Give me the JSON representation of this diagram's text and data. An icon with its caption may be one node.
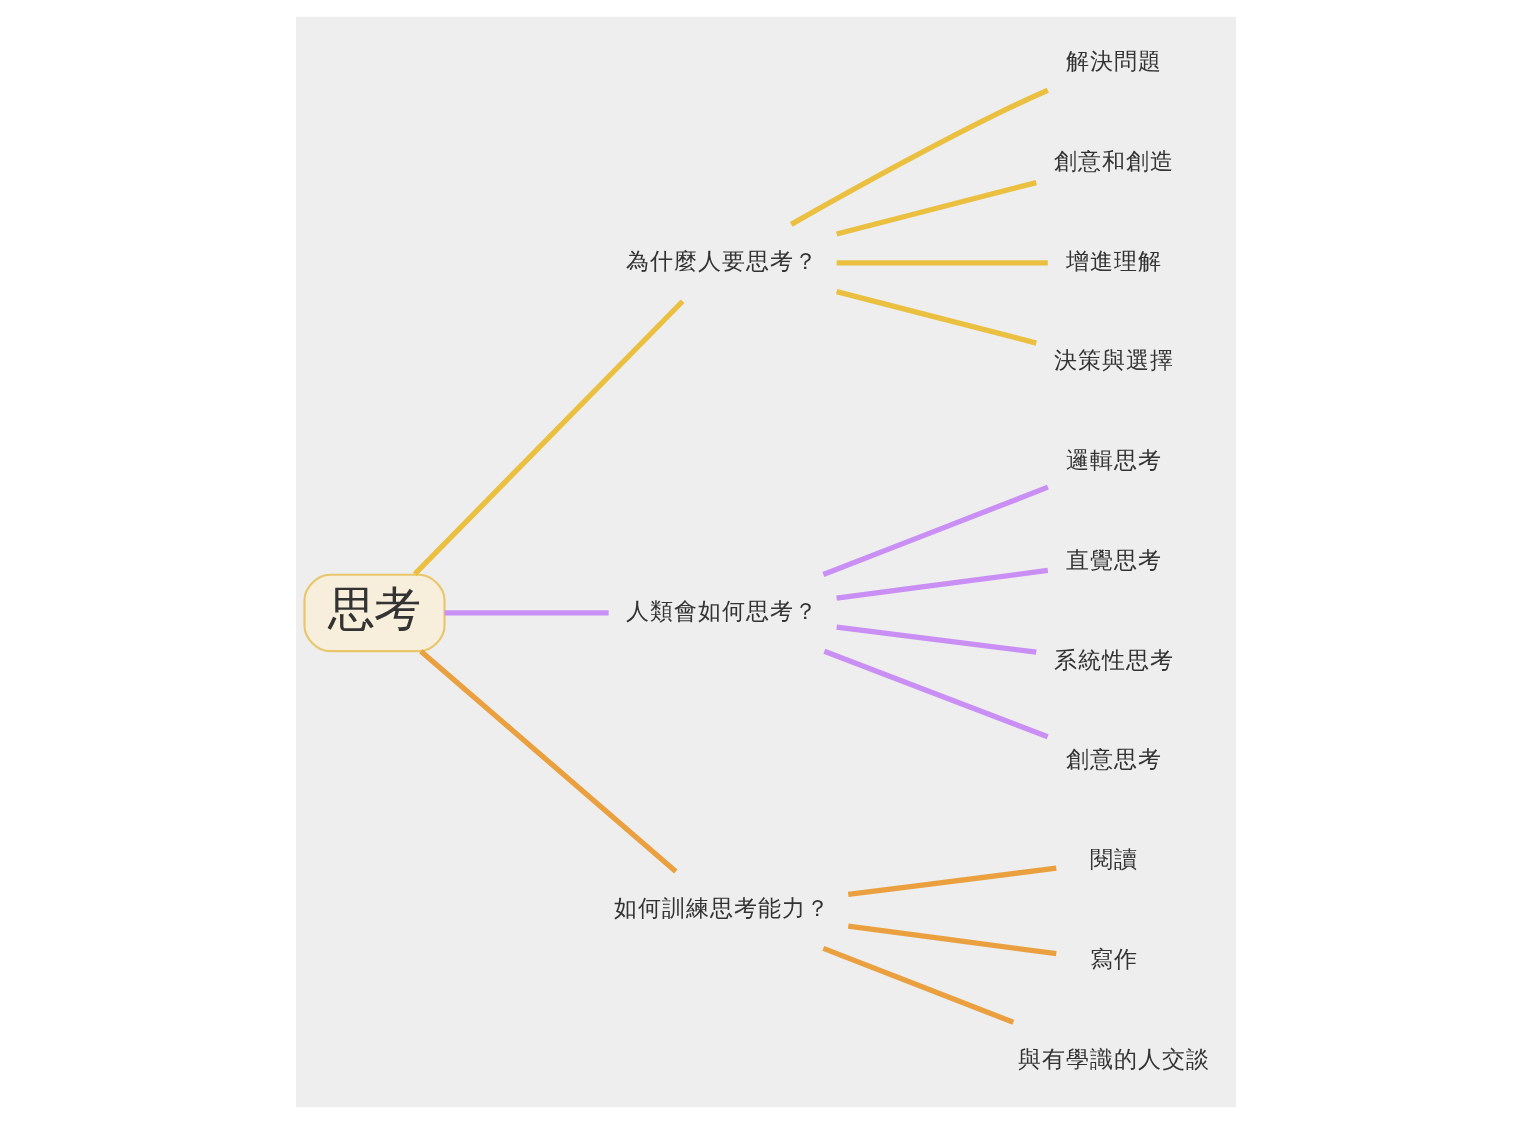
{
  "diagram": {
    "nodes": [
      {
        "text": [
          "思考"
        ]
      },
      {
        "text": [
          "為什麼人要思考？"
        ]
      },
      {
        "text": [
          "解決問題"
        ]
      },
      {
        "text": [
          "創意和創造"
        ]
      },
      {
        "text": [
          "增進理解"
        ]
      },
      {
        "text": [
          "決策與選擇"
        ]
      },
      {
        "text": [
          "人類會如何思考？"
        ]
      },
      {
        "text": [
          "邏輯思考"
        ]
      },
      {
        "text": [
          "直覺思考"
        ]
      },
      {
        "text": [
          "系統性思考"
        ]
      },
      {
        "text": [
          "創意思考"
        ]
      },
      {
        "text": [
          "如何訓練思考能力？"
        ]
      },
      {
        "text": [
          "閱讀"
        ]
      },
      {
        "text": [
          "寫作"
        ]
      },
      {
        "text": [
          "與有學識的人交談"
        ]
      }
    ],
    "edges": [
      {
        "from": 0,
        "to": 1,
        "arrow": "none",
        "color": "#ebc040"
      },
      {
        "from": 1,
        "to": 2,
        "arrow": "none",
        "color": "#ebc040"
      },
      {
        "from": 1,
        "to": 3,
        "arrow": "none",
        "color": "#ebc040"
      },
      {
        "from": 1,
        "to": 4,
        "arrow": "none",
        "color": "#ebc040"
      },
      {
        "from": 1,
        "to": 5,
        "arrow": "none",
        "color": "#ebc040"
      },
      {
        "from": 0,
        "to": 6,
        "arrow": "none",
        "color": "#c98ff5"
      },
      {
        "from": 6,
        "to": 7,
        "arrow": "none",
        "color": "#c98ff5"
      },
      {
        "from": 6,
        "to": 8,
        "arrow": "none",
        "color": "#c98ff5"
      },
      {
        "from": 6,
        "to": 9,
        "arrow": "none",
        "color": "#c98ff5"
      },
      {
        "from": 6,
        "to": 10,
        "arrow": "none",
        "color": "#c98ff5"
      },
      {
        "from": 0,
        "to": 11,
        "arrow": "none",
        "color": "#eba040"
      },
      {
        "from": 11,
        "to": 12,
        "arrow": "none",
        "color": "#eba040"
      },
      {
        "from": 11,
        "to": 13,
        "arrow": "none",
        "color": "#eba040"
      },
      {
        "from": 11,
        "to": 14,
        "arrow": "none",
        "color": "#eba040"
      }
    ]
  }
}
